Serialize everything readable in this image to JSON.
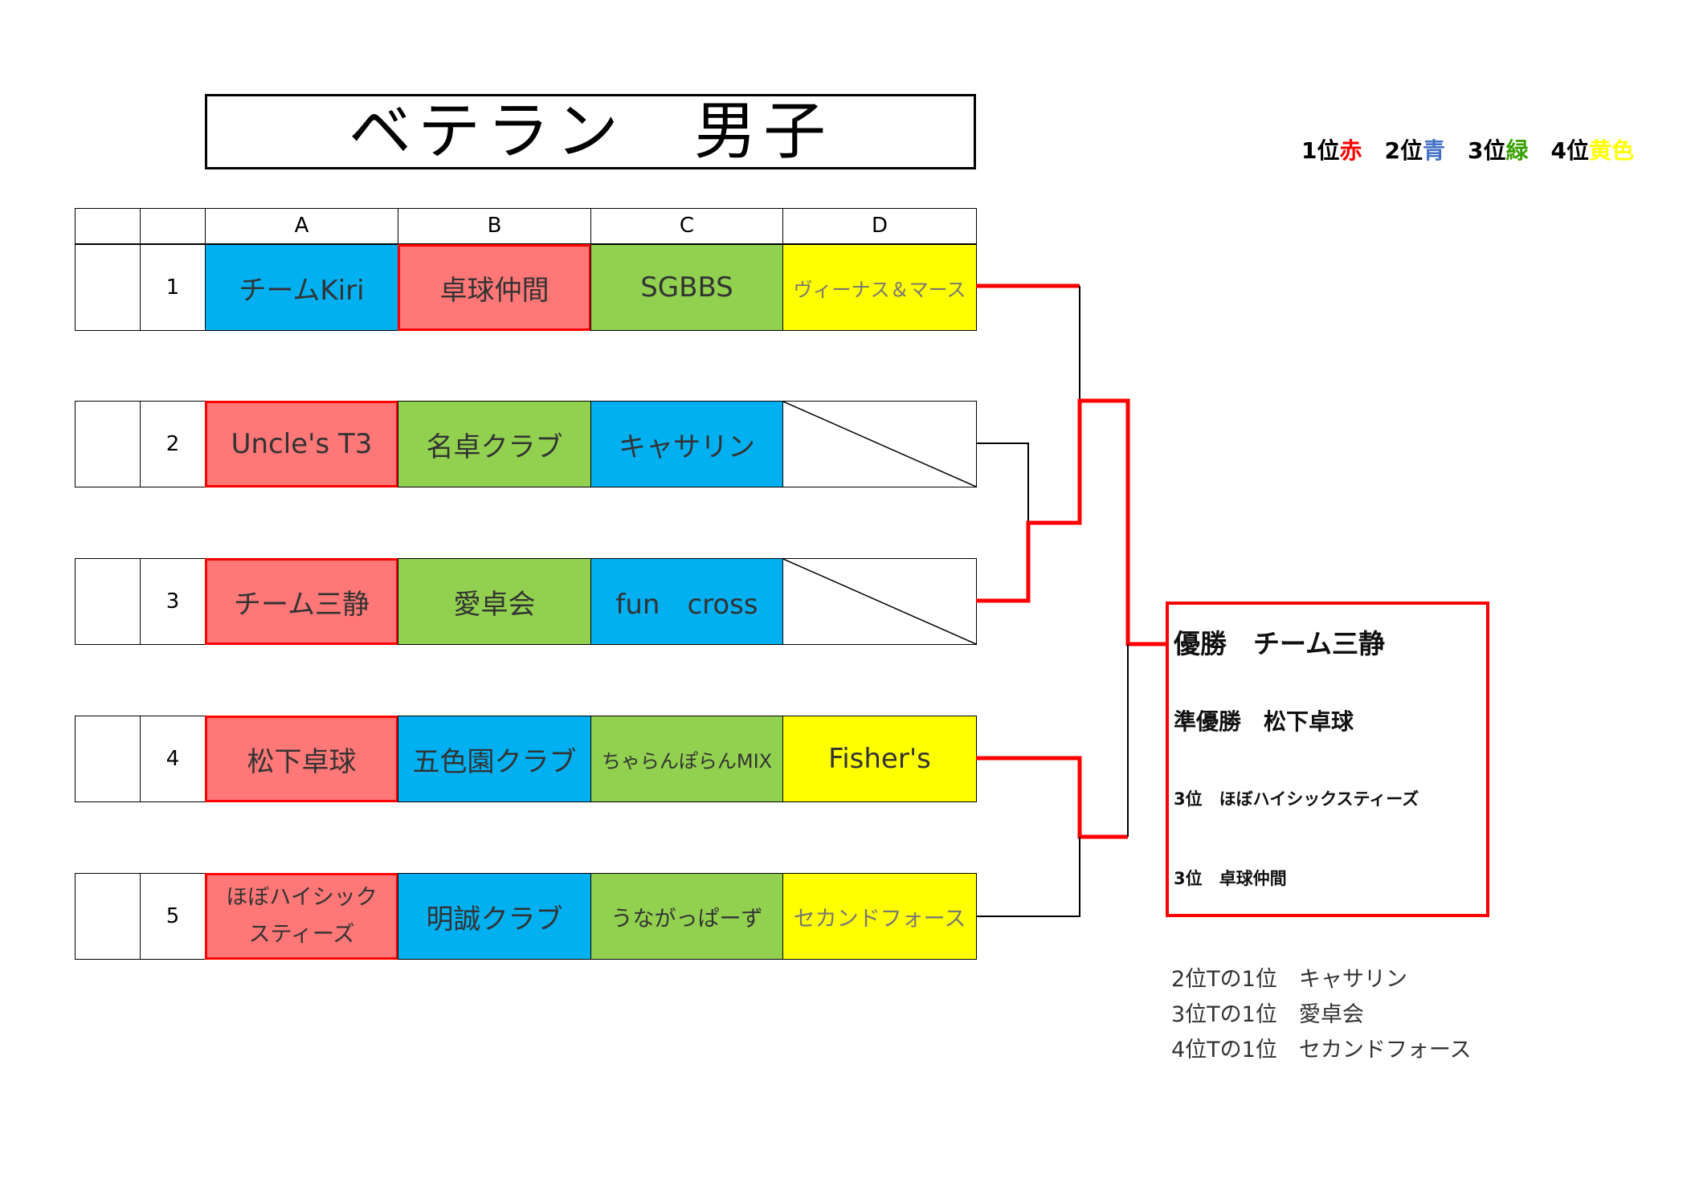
{
  "title": "ベテラン　男子",
  "legend": [
    {
      "rank": "1位",
      "color_name": "赤",
      "color": "#ff0000"
    },
    {
      "rank": "2位",
      "color_name": "青",
      "color": "#4472c4"
    },
    {
      "rank": "3位",
      "color_name": "緑",
      "color": "#38a000"
    },
    {
      "rank": "4位",
      "color_name": "黄色",
      "color": "#ffff00"
    }
  ],
  "columns": [
    "A",
    "B",
    "C",
    "D"
  ],
  "colors": {
    "blue": "#00b0f0",
    "green": "#92d050",
    "yellow": "#ffff00",
    "red": "#ff7777",
    "winner_border": "#ff0000"
  },
  "rows": [
    {
      "num": "1",
      "cells": [
        {
          "text": "チームKiri",
          "fill": "blue"
        },
        {
          "text": "卓球仲間",
          "fill": "red",
          "winner": true
        },
        {
          "text": "SGBBS",
          "fill": "green"
        },
        {
          "text": "ヴィーナス＆マース",
          "fill": "yellow",
          "size": "small"
        }
      ]
    },
    {
      "num": "2",
      "cells": [
        {
          "text": "Uncle's T3",
          "fill": "red",
          "winner": true
        },
        {
          "text": "名卓クラブ",
          "fill": "green"
        },
        {
          "text": "キャサリン",
          "fill": "blue"
        },
        {
          "text": "",
          "fill": "empty"
        }
      ]
    },
    {
      "num": "3",
      "cells": [
        {
          "text": "チーム三静",
          "fill": "red",
          "winner": true
        },
        {
          "text": "愛卓会",
          "fill": "green"
        },
        {
          "text": "fun　cross",
          "fill": "blue"
        },
        {
          "text": "",
          "fill": "empty"
        }
      ]
    },
    {
      "num": "4",
      "cells": [
        {
          "text": "松下卓球",
          "fill": "red",
          "winner": true
        },
        {
          "text": "五色園クラブ",
          "fill": "blue"
        },
        {
          "text": "ちゃらんぽらんMIX",
          "fill": "green",
          "size": "small"
        },
        {
          "text": "Fisher's",
          "fill": "yellow"
        }
      ]
    },
    {
      "num": "5",
      "cells": [
        {
          "text": "ほぼハイシックスティーズ",
          "fill": "red",
          "winner": true,
          "size": "wrap"
        },
        {
          "text": "明誠クラブ",
          "fill": "blue"
        },
        {
          "text": "うながっぱーず",
          "fill": "green",
          "size": "small2"
        },
        {
          "text": "セカンドフォース",
          "fill": "yellow",
          "size": "small2"
        }
      ]
    }
  ],
  "result": {
    "champion": "優勝　チーム三静",
    "runner_up": "準優勝　松下卓球",
    "third_1": "3位　ほぼハイシックスティーズ",
    "third_2": "3位　卓球仲間"
  },
  "notes": [
    "2位Tの1位　キャサリン",
    "3位Tの1位　愛卓会",
    "4位Tの1位　セカンドフォース"
  ]
}
